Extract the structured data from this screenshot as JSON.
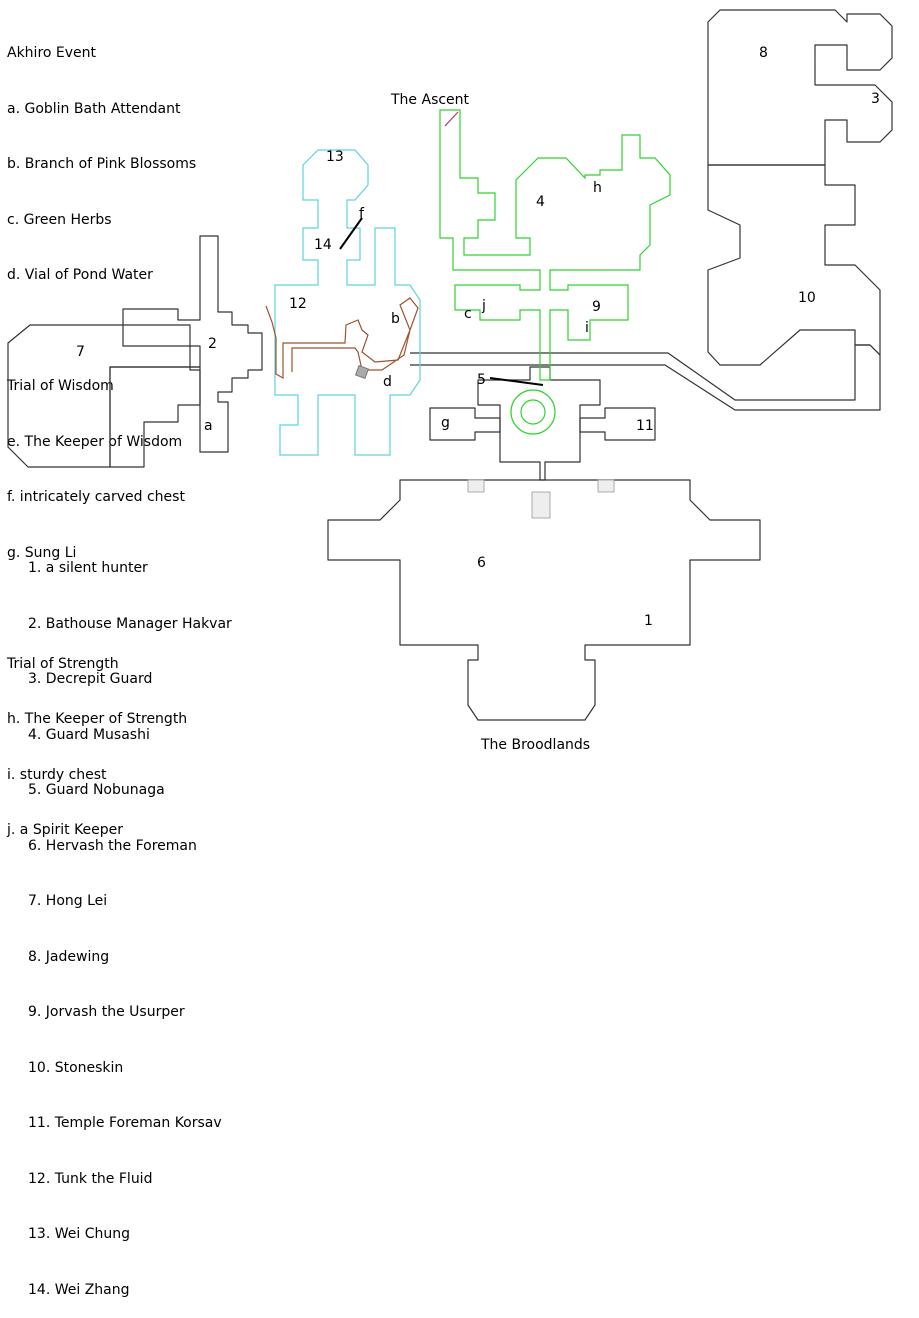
{
  "colors": {
    "background": "#ffffff",
    "black_outline": "#333333",
    "cyan_outline": "#5fd3dc",
    "green_outline": "#2fd42f",
    "brown_path": "#a0522d",
    "gray_stairs": "#999999"
  },
  "legend": {
    "akhiro": {
      "title": "Akhiro Event",
      "items": [
        "a. Goblin Bath Attendant",
        "b. Branch of Pink Blossoms",
        "c. Green Herbs",
        "d. Vial of Pond Water"
      ]
    },
    "wisdom": {
      "title": "Trial of Wisdom",
      "items": [
        "e. The Keeper of Wisdom",
        "f. intricately carved chest",
        "g. Sung Li"
      ]
    },
    "strength": {
      "title": "Trial of Strength",
      "items": [
        "h. The Keeper of Strength",
        "i. sturdy chest",
        "j. a Spirit Keeper"
      ]
    }
  },
  "npcs": [
    "1. a silent hunter",
    "2. Bathouse Manager Hakvar",
    "3. Decrepit Guard",
    "4. Guard Musashi",
    "5. Guard Nobunaga",
    "6. Hervash the Foreman",
    "7. Hong Lei",
    "8. Jadewing",
    "9. Jorvash the Usurper",
    "10. Stoneskin",
    "11. Temple Foreman Korsav",
    "12. Tunk the Fluid",
    "13. Wei Chung",
    "14. Wei Zhang"
  ],
  "map_labels": {
    "ascent": "The Ascent",
    "broodlands": "The Broodlands",
    "n1": "1",
    "n2": "2",
    "n3": "3",
    "n4": "4",
    "n5": "5",
    "n6": "6",
    "n7": "7",
    "n8": "8",
    "n9": "9",
    "n10": "10",
    "n11": "11",
    "n12": "12",
    "n13": "13",
    "n14": "14",
    "a": "a",
    "b": "b",
    "c": "c",
    "d": "d",
    "f": "f",
    "g": "g",
    "h": "h",
    "i": "i",
    "j": "j"
  }
}
